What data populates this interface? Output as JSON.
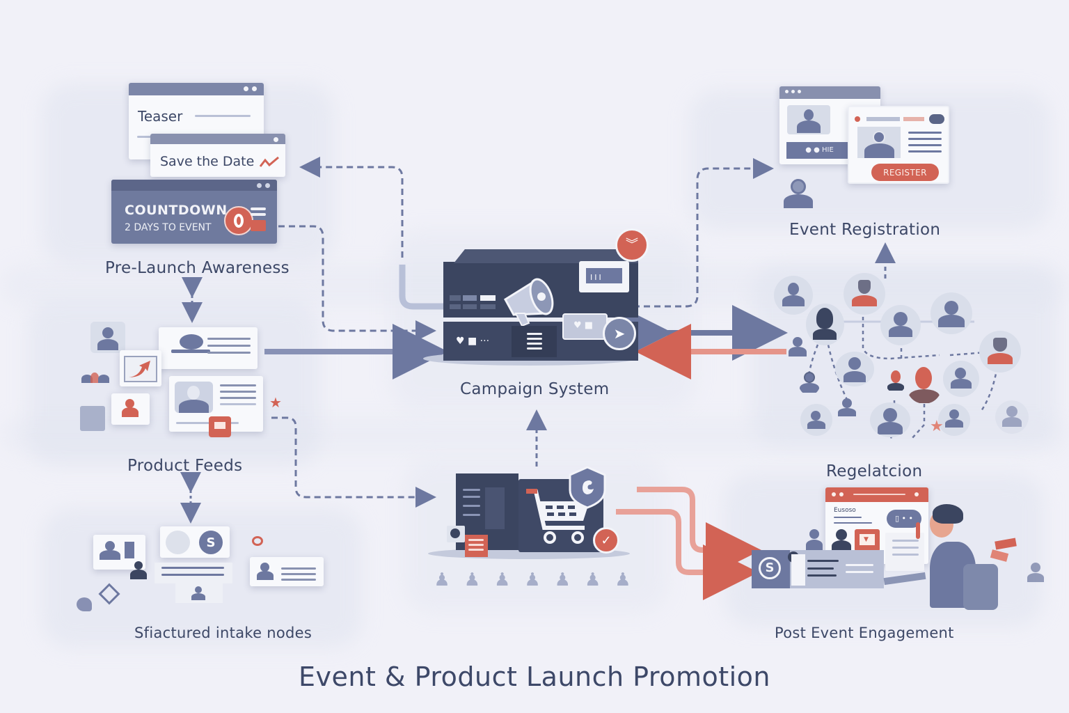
{
  "diagram": {
    "title": "Event & Product Launch Promotion",
    "nodes": {
      "pre_launch": {
        "label": "Pre-Launch Awareness",
        "cards": {
          "teaser": "Teaser",
          "save_the_date": "Save the Date",
          "countdown_title": "COUNTDOWN",
          "countdown_sub": "2 DAYS TO EVENT"
        }
      },
      "product_feeds": {
        "label": "Product Feeds"
      },
      "intake_nodes": {
        "label": "Sfiactured intake nodes"
      },
      "campaign_system": {
        "label": "Campaign System"
      },
      "event_registration": {
        "label": "Event Registration",
        "register_button": "REGISTER",
        "card_caption": "● ● HIE"
      },
      "regelation": {
        "label": "Regelatcion",
        "panel_text": "Eusoso"
      },
      "post_event": {
        "label": "Post Event Engagement"
      }
    },
    "colors": {
      "background": "#f1f1f8",
      "navy": "#3b4560",
      "slate": "#6d78a0",
      "accent_red": "#d26355",
      "text": "#3c4766"
    }
  }
}
